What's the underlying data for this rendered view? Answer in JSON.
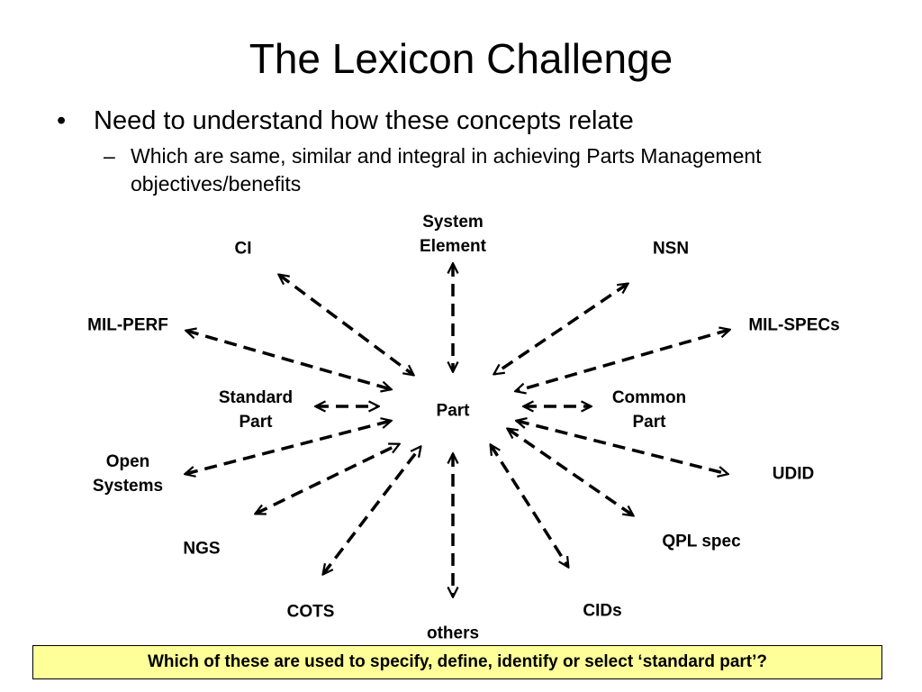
{
  "slide": {
    "title": "The Lexicon Challenge",
    "bullets": [
      {
        "marker": "•",
        "text": "Need to understand how these concepts relate"
      },
      {
        "marker": "–",
        "text": "Which are same, similar and integral in achieving Parts Management objectives/benefits"
      }
    ],
    "center_label": "Part",
    "nodes": {
      "system_element": "System\nElement",
      "ci": "CI",
      "nsn": "NSN",
      "mil_perf": "MIL-PERF",
      "mil_specs": "MIL-SPECs",
      "standard_part": "Standard\nPart",
      "common_part": "Common\nPart",
      "open_systems": "Open\nSystems",
      "udid": "UDID",
      "ngs": "NGS",
      "qpl_spec": "QPL spec",
      "cots": "COTS",
      "cids": "CIDs",
      "others": "others"
    },
    "footer_question": "Which of these are used to specify, define, identify or select ‘standard part’?",
    "colors": {
      "footer_background": "#ffff99",
      "arrow": "#000000"
    }
  }
}
